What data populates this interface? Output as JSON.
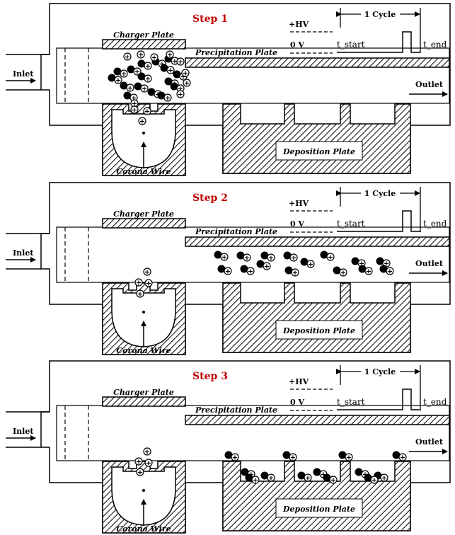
{
  "panels": [
    {
      "step_label": "Step 1",
      "phase": "charging",
      "labels": {
        "inlet": "Inlet",
        "outlet": "Outlet",
        "charger_plate": "Charger Plate",
        "precipitation_plate": "Precipitation Plate",
        "deposition_plate": "Deposition Plate",
        "corona_wire": "Corona Wire",
        "hv": "+HV",
        "zero_v": "0 V",
        "cycle": "1 Cycle",
        "t_start": "t_start",
        "t_end": "t_end"
      }
    },
    {
      "step_label": "Step 2",
      "phase": "drifting",
      "labels": {
        "inlet": "Inlet",
        "outlet": "Outlet",
        "charger_plate": "Charger Plate",
        "precipitation_plate": "Precipitation Plate",
        "deposition_plate": "Deposition Plate",
        "corona_wire": "Corona Wire",
        "hv": "+HV",
        "zero_v": "0 V",
        "cycle": "1 Cycle",
        "t_start": "t_start",
        "t_end": "t_end"
      }
    },
    {
      "step_label": "Step 3",
      "phase": "deposited",
      "labels": {
        "inlet": "Inlet",
        "outlet": "Outlet",
        "charger_plate": "Charger Plate",
        "precipitation_plate": "Precipitation Plate",
        "deposition_plate": "Deposition Plate",
        "corona_wire": "Corona Wire",
        "hv": "+HV",
        "zero_v": "0 V",
        "cycle": "1 Cycle",
        "t_start": "t_start",
        "t_end": "t_end"
      }
    }
  ],
  "colors": {
    "step_label": "#c00000",
    "line": "#000000",
    "background": "#ffffff"
  }
}
